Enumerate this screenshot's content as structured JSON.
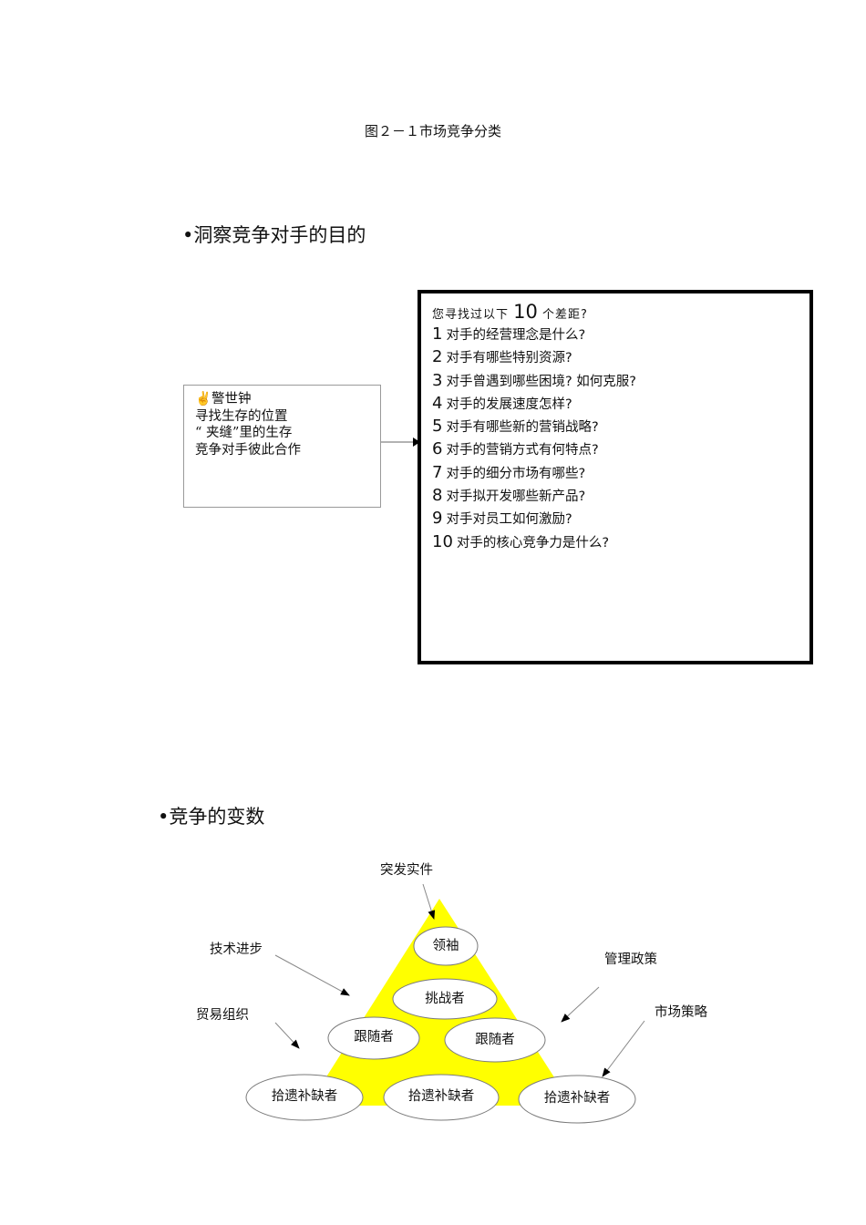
{
  "figure_caption": "图２－１市场竞争分类",
  "section1": {
    "heading": "•洞察竞争对手的目的",
    "note": {
      "icon": "hand-icon",
      "lines": [
        "✌警世钟",
        "寻找生存的位置",
        "“ 夹缝”里的生存",
        "竞争对手彼此合作"
      ]
    },
    "questions": {
      "intro_before": "您寻找过以下",
      "intro_number": "10",
      "intro_after": "个差距?",
      "items": [
        {
          "num": "1",
          "text": "对手的经营理念是什么?"
        },
        {
          "num": "2",
          "text": "对手有哪些特别资源?"
        },
        {
          "num": "3",
          "text": "对手曾遇到哪些困境?  如何克服?"
        },
        {
          "num": "4",
          "text": "对手的发展速度怎样?"
        },
        {
          "num": "5",
          "text": "对手有哪些新的营销战略?"
        },
        {
          "num": "6",
          "text": "对手的营销方式有何特点?"
        },
        {
          "num": "7",
          "text": "对手的细分市场有哪些?"
        },
        {
          "num": "8",
          "text": "对手拟开发哪些新产品?"
        },
        {
          "num": "9",
          "text": "对手对员工如何激励?"
        },
        {
          "num": "10",
          "text": "对手的核心竞争力是什么?"
        }
      ]
    }
  },
  "section2": {
    "heading": "•竞争的变数",
    "pyramid_color": "#ffff00",
    "external_labels": {
      "top": "突发实件",
      "tech": "技术进步",
      "trade": "贸易组织",
      "policy": "管理政策",
      "strategy": "市场策略"
    },
    "tiers": {
      "leader": "领袖",
      "challenger": "挑战者",
      "follower_left": "跟随者",
      "follower_right": "跟随者",
      "nicher_left": "拾遗补缺者",
      "nicher_mid": "拾遗补缺者",
      "nicher_right": "拾遗补缺者"
    }
  }
}
